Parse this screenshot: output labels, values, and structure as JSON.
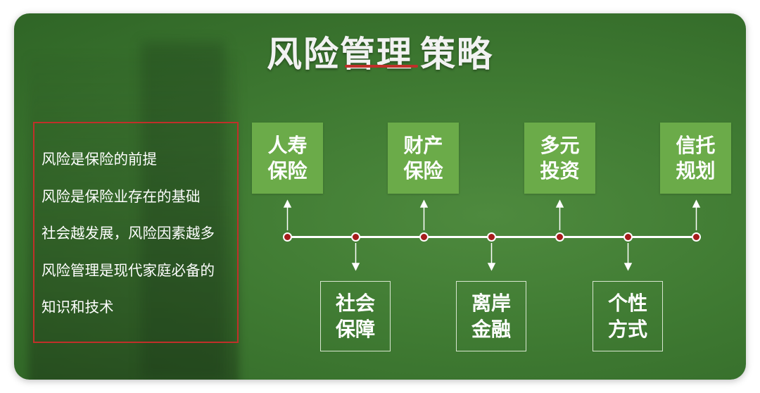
{
  "title": {
    "part1": "风险",
    "part2": "管理",
    "part3": "策略"
  },
  "principles": [
    "风险是保险的前提",
    "风险是保险业存在的基础",
    "社会越发展，风险因素越多",
    "风险管理是现代家庭必备的",
    "知识和技术"
  ],
  "strategies_top": [
    {
      "line1": "人寿",
      "line2": "保险"
    },
    {
      "line1": "财产",
      "line2": "保险"
    },
    {
      "line1": "多元",
      "line2": "投资"
    },
    {
      "line1": "信托",
      "line2": "规划"
    }
  ],
  "strategies_bottom": [
    {
      "line1": "社会",
      "line2": "保障"
    },
    {
      "line1": "离岸",
      "line2": "金融"
    },
    {
      "line1": "个性",
      "line2": "方式"
    }
  ],
  "colors": {
    "background": "#3f7a32",
    "box_fill": "#6bab49",
    "accent_red": "#c0302a",
    "dot": "#a51c1c",
    "text": "#ffffff"
  }
}
